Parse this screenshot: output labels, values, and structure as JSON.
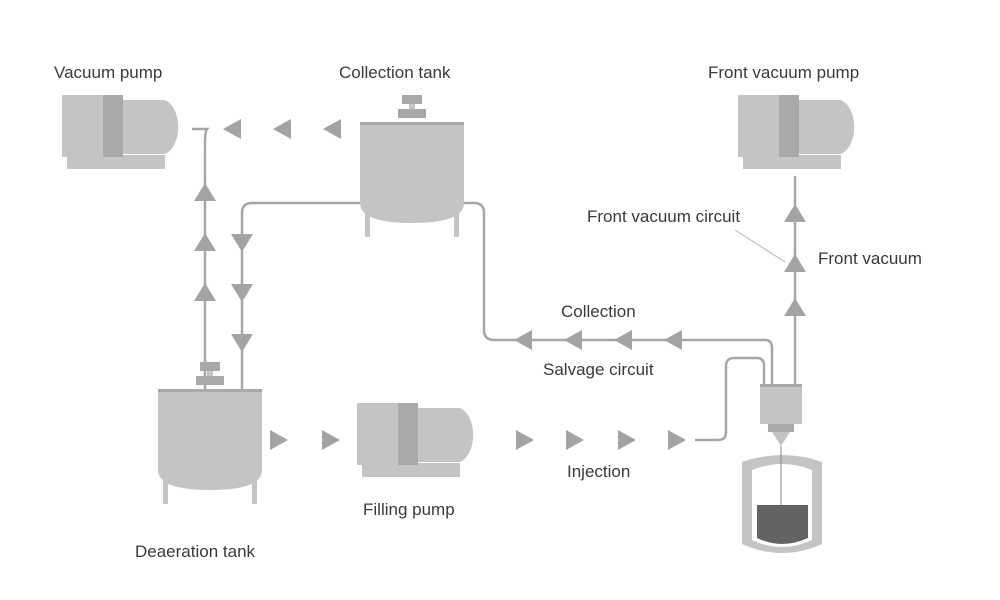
{
  "labels": {
    "vacuum_pump": "Vacuum pump",
    "collection_tank": "Collection tank",
    "front_vacuum_pump": "Front vacuum pump",
    "front_vacuum_circuit": "Front vacuum circuit",
    "front_vacuum": "Front vacuum",
    "collection": "Collection",
    "salvage_circuit": "Salvage circuit",
    "injection": "Injection",
    "filling_pump": "Filling pump",
    "deaeration_tank": "Deaeration tank"
  },
  "colors": {
    "equipment": "#c4c4c4",
    "equipment_dark": "#a9a9a9",
    "pipe": "#a6a6a6",
    "arrow": "#a3a3a3",
    "liquid": "#636363",
    "text": "#3a3a3a"
  }
}
